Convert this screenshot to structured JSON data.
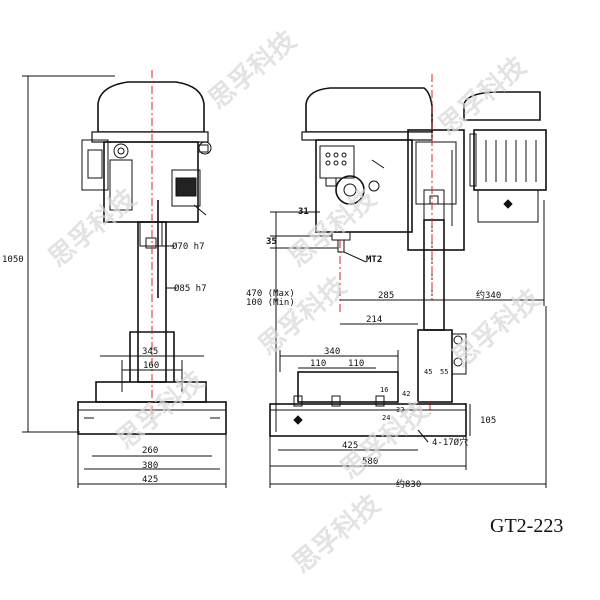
{
  "model": "GT2-223",
  "watermark": "思孚科技",
  "front_view": {
    "height_total": "1050",
    "spindle_dia": "Ø70 h7",
    "column_dia": "Ø85 h7",
    "dims": [
      "345",
      "160",
      "260",
      "380",
      "425"
    ]
  },
  "side_view": {
    "dims": {
      "d31": "31",
      "d35": "35",
      "taper": "MT2",
      "stroke_max": "470 (Max)",
      "stroke_min": "100 (Min)",
      "d285": "285",
      "d340r": "约340",
      "d214": "214",
      "d340": "340",
      "d110a": "110",
      "d110b": "110",
      "d16": "16",
      "d42": "42",
      "d45": "45",
      "d55": "55",
      "d24": "24",
      "d32": "32",
      "d105": "105",
      "d425": "425",
      "holes": "4-17Ø穴",
      "d580": "580",
      "d830": "约830"
    }
  }
}
